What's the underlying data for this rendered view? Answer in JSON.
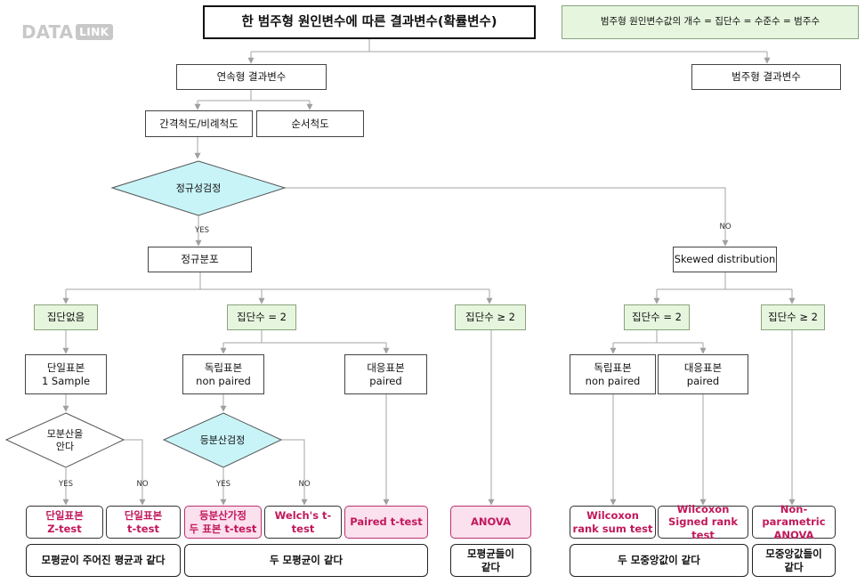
{
  "logo": {
    "main": "DATA",
    "tag": "LINK"
  },
  "title": "한 범주형 원인변수에 따른 결과변수(확률변수)",
  "note": "범주형 원인변수값의 개수 = 집단수 = 수준수 = 범주수",
  "continuous_outcome": "연속형 결과변수",
  "categorical_outcome": "범주형 결과변수",
  "interval_ratio": "간격척도/비례척도",
  "ordinal": "순서척도",
  "normality_test": "정규성검정",
  "yes": "YES",
  "no": "NO",
  "normal_dist": "정규분포",
  "skewed_dist": "Skewed distribution",
  "no_group": "집단없음",
  "groups_2": "집단수 = 2",
  "groups_ge2": "집단수 ≥ 2",
  "one_sample": "단일표본\n1 Sample",
  "independent": "독립표본\nnon paired",
  "paired_sample": "대응표본\npaired",
  "pop_var_known": "모분산을\n안다",
  "equal_var_test": "등분산검정",
  "one_z": "단일표본\nZ-test",
  "one_t": "단일표본\nt-test",
  "equal_var_t": "등분산가정\n두 표본 t-test",
  "welch": "Welch's t-test",
  "paired_t": "Paired t-test",
  "anova": "ANOVA",
  "wilcoxon_rank_sum": "Wilcoxon\nrank sum test",
  "wilcoxon_signed_rank": "Wilcoxon\nSigned rank test",
  "nonparametric_anova": "Non-parametric\nANOVA",
  "res_one_mean": "모평균이 주어진 평균과 같다",
  "res_two_means": "두 모평균이 같다",
  "res_means_equal": "모평균들이\n같다",
  "res_two_medians": "두 모중앙값이 같다",
  "res_medians_equal": "모중앙값들이\n같다",
  "colors": {
    "pink_fill": "#fbe0ee",
    "pink_text": "#c2185b",
    "green_fill": "#e6f6de",
    "diamond_fill": "#c8f4f8"
  }
}
